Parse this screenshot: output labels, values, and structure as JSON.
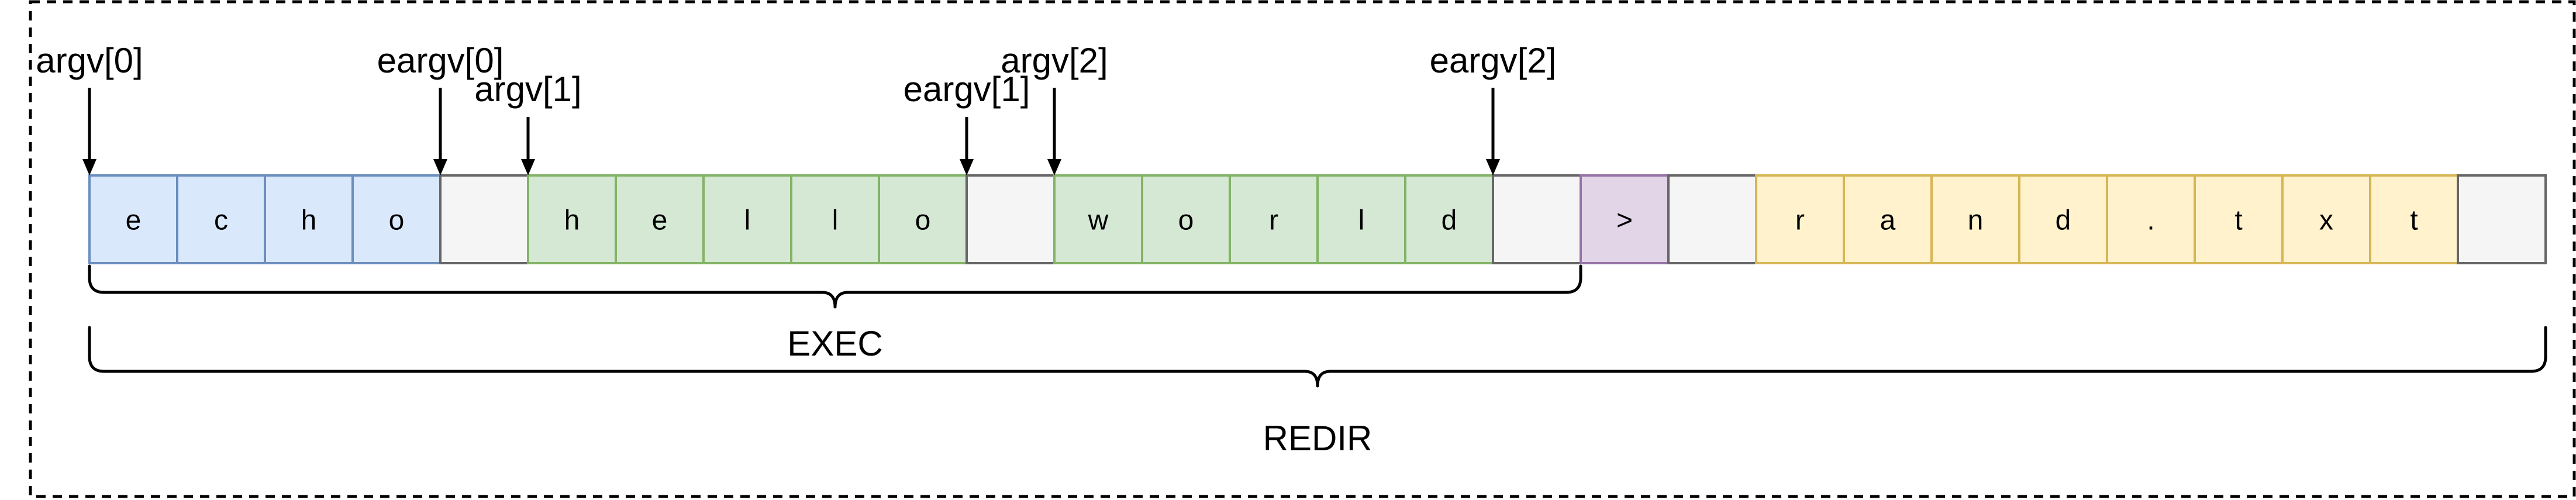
{
  "colors": {
    "cmd_fill": "#dae8fc",
    "cmd_stroke": "#6c8ebf",
    "arg_fill": "#d5e8d4",
    "arg_stroke": "#82b366",
    "null_fill": "#f5f5f5",
    "null_stroke": "#666666",
    "op_fill": "#e1d5e7",
    "op_stroke": "#9673a6",
    "file_fill": "#fff2cc",
    "file_stroke": "#d6b656"
  },
  "cells": [
    {
      "char": "e",
      "kind": "cmd"
    },
    {
      "char": "c",
      "kind": "cmd"
    },
    {
      "char": "h",
      "kind": "cmd"
    },
    {
      "char": "o",
      "kind": "cmd"
    },
    {
      "char": "",
      "kind": "null"
    },
    {
      "char": "h",
      "kind": "arg"
    },
    {
      "char": "e",
      "kind": "arg"
    },
    {
      "char": "l",
      "kind": "arg"
    },
    {
      "char": "l",
      "kind": "arg"
    },
    {
      "char": "o",
      "kind": "arg"
    },
    {
      "char": "",
      "kind": "null"
    },
    {
      "char": "w",
      "kind": "arg"
    },
    {
      "char": "o",
      "kind": "arg"
    },
    {
      "char": "r",
      "kind": "arg"
    },
    {
      "char": "l",
      "kind": "arg"
    },
    {
      "char": "d",
      "kind": "arg"
    },
    {
      "char": "",
      "kind": "null"
    },
    {
      "char": ">",
      "kind": "op"
    },
    {
      "char": "",
      "kind": "null"
    },
    {
      "char": "r",
      "kind": "file"
    },
    {
      "char": "a",
      "kind": "file"
    },
    {
      "char": "n",
      "kind": "file"
    },
    {
      "char": "d",
      "kind": "file"
    },
    {
      "char": ".",
      "kind": "file"
    },
    {
      "char": "t",
      "kind": "file"
    },
    {
      "char": "x",
      "kind": "file"
    },
    {
      "char": "t",
      "kind": "file"
    },
    {
      "char": "",
      "kind": "null"
    }
  ],
  "pointers": [
    {
      "label": "argv[0]",
      "cell": 0,
      "tier": "high"
    },
    {
      "label": "eargv[0]",
      "cell": 4,
      "tier": "high"
    },
    {
      "label": "argv[1]",
      "cell": 5,
      "tier": "low"
    },
    {
      "label": "eargv[1]",
      "cell": 10,
      "tier": "low"
    },
    {
      "label": "argv[2]",
      "cell": 11,
      "tier": "high"
    },
    {
      "label": "eargv[2]",
      "cell": 16,
      "tier": "high"
    }
  ],
  "braces": [
    {
      "label": "EXEC",
      "from_cell": 0,
      "to_cell": 16,
      "level": "upper"
    },
    {
      "label": "REDIR",
      "from_cell": 0,
      "to_cell": 27,
      "level": "lower"
    }
  ]
}
